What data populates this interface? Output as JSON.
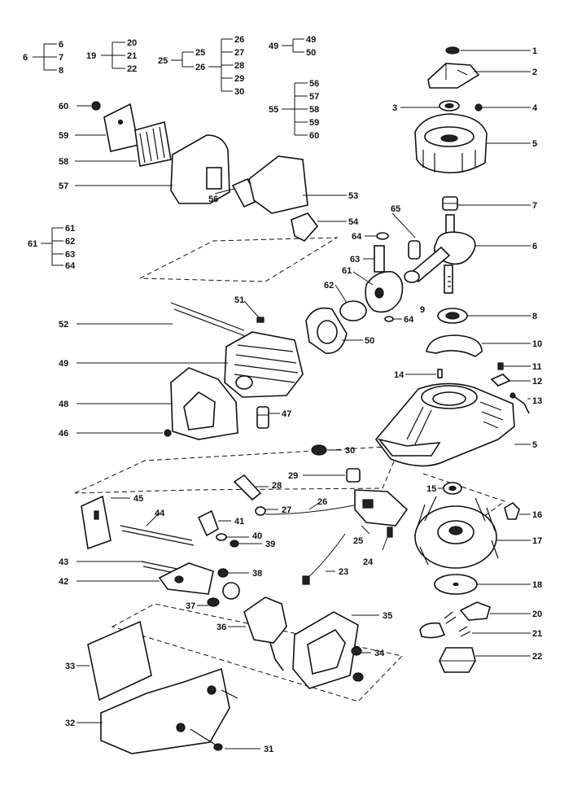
{
  "labels": {
    "l1": "1",
    "l2": "2",
    "l3": "3",
    "l4": "4",
    "l5": "5",
    "l7": "7",
    "l6": "6",
    "l8": "8",
    "l9": "9",
    "l10": "10",
    "l11": "11",
    "l12": "12",
    "l13": "13",
    "l14": "14",
    "l5b": "5",
    "l15": "15",
    "l16": "16",
    "l17": "17",
    "l18": "18",
    "l20": "20",
    "l21": "21",
    "l22": "22",
    "l65": "65",
    "l64a": "64",
    "l63": "63",
    "l61": "61",
    "l62": "62",
    "l64b": "64",
    "l51": "51",
    "l50": "50",
    "l60": "60",
    "l59": "59",
    "l58": "58",
    "l57": "57",
    "l56": "56",
    "l53": "53",
    "l54": "54",
    "l52": "52",
    "l49": "49",
    "l48": "48",
    "l47": "47",
    "l46": "46",
    "l30": "30",
    "l29": "29",
    "l28": "28",
    "l27": "27",
    "l26": "26",
    "l25": "25",
    "l24": "24",
    "l23": "23",
    "l45": "45",
    "l44": "44",
    "l41": "41",
    "l40": "40",
    "l39": "39",
    "l43": "43",
    "l38": "38",
    "l42": "42",
    "l37": "37",
    "l36": "36",
    "l35": "35",
    "l34": "34",
    "l33": "33",
    "l32": "32",
    "l31": "31"
  },
  "groups": {
    "g6": {
      "parent": "6",
      "children": [
        "6",
        "7",
        "8"
      ]
    },
    "g19": {
      "parent": "19",
      "children": [
        "20",
        "21",
        "22"
      ]
    },
    "g25": {
      "parent": "25",
      "mid": [
        "25",
        "26"
      ],
      "children": [
        "26",
        "27",
        "28",
        "29",
        "30"
      ]
    },
    "g49": {
      "parent": "49",
      "children": [
        "49",
        "50"
      ]
    },
    "g55": {
      "parent": "55",
      "children": [
        "56",
        "57",
        "58",
        "59",
        "60"
      ]
    },
    "g61": {
      "parent": "61",
      "children": [
        "61",
        "62",
        "63",
        "64"
      ]
    }
  }
}
